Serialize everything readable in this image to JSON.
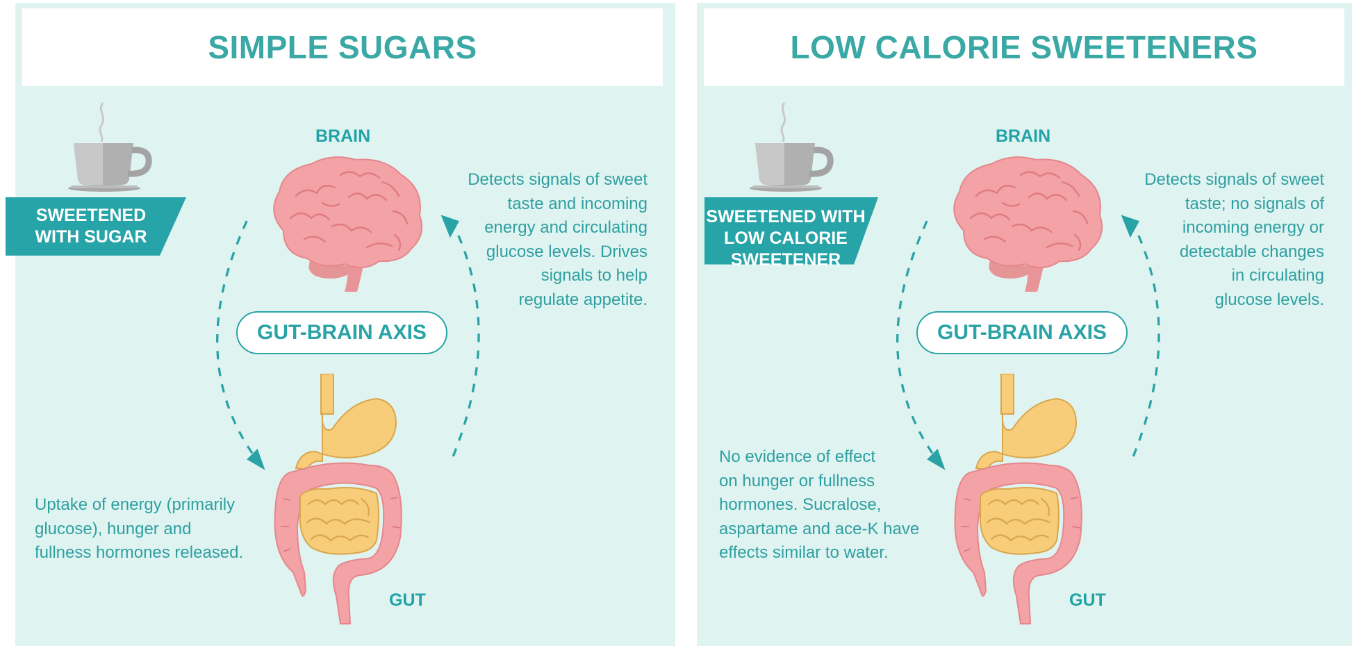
{
  "colors": {
    "teal": "#2aa3a6",
    "panel_bg": "#dff4f1",
    "brain_pink": "#f3a2a6",
    "gut_yellow": "#f7cd7a"
  },
  "panels": [
    {
      "title": "SIMPLE SUGARS",
      "brain_label": "BRAIN",
      "gut_label": "GUT",
      "axis_label": "GUT-BRAIN AXIS",
      "banner_lines": [
        "SWEETENED",
        "WITH SUGAR"
      ],
      "brain_desc": [
        "Detects signals of sweet",
        "taste and incoming",
        "energy and circulating",
        "glucose levels. Drives",
        "signals to help",
        "regulate appetite."
      ],
      "gut_desc": [
        "Uptake of energy (primarily",
        "glucose), hunger and",
        "fullness hormones released."
      ],
      "icons": [
        "coffee-cup-icon",
        "brain-icon",
        "digestive-system-icon"
      ]
    },
    {
      "title": "LOW CALORIE SWEETENERS",
      "brain_label": "BRAIN",
      "gut_label": "GUT",
      "axis_label": "GUT-BRAIN AXIS",
      "banner_lines": [
        "SWEETENED WITH",
        "LOW CALORIE",
        "SWEETENER"
      ],
      "brain_desc": [
        "Detects signals of sweet",
        "taste; no signals of",
        "incoming energy or",
        "detectable changes",
        "in circulating",
        "glucose levels."
      ],
      "gut_desc": [
        "No evidence of effect",
        "on hunger or fullness",
        "hormones. Sucralose,",
        "aspartame and ace-K have",
        "effects similar to water."
      ],
      "icons": [
        "coffee-cup-icon",
        "brain-icon",
        "digestive-system-icon"
      ]
    }
  ]
}
